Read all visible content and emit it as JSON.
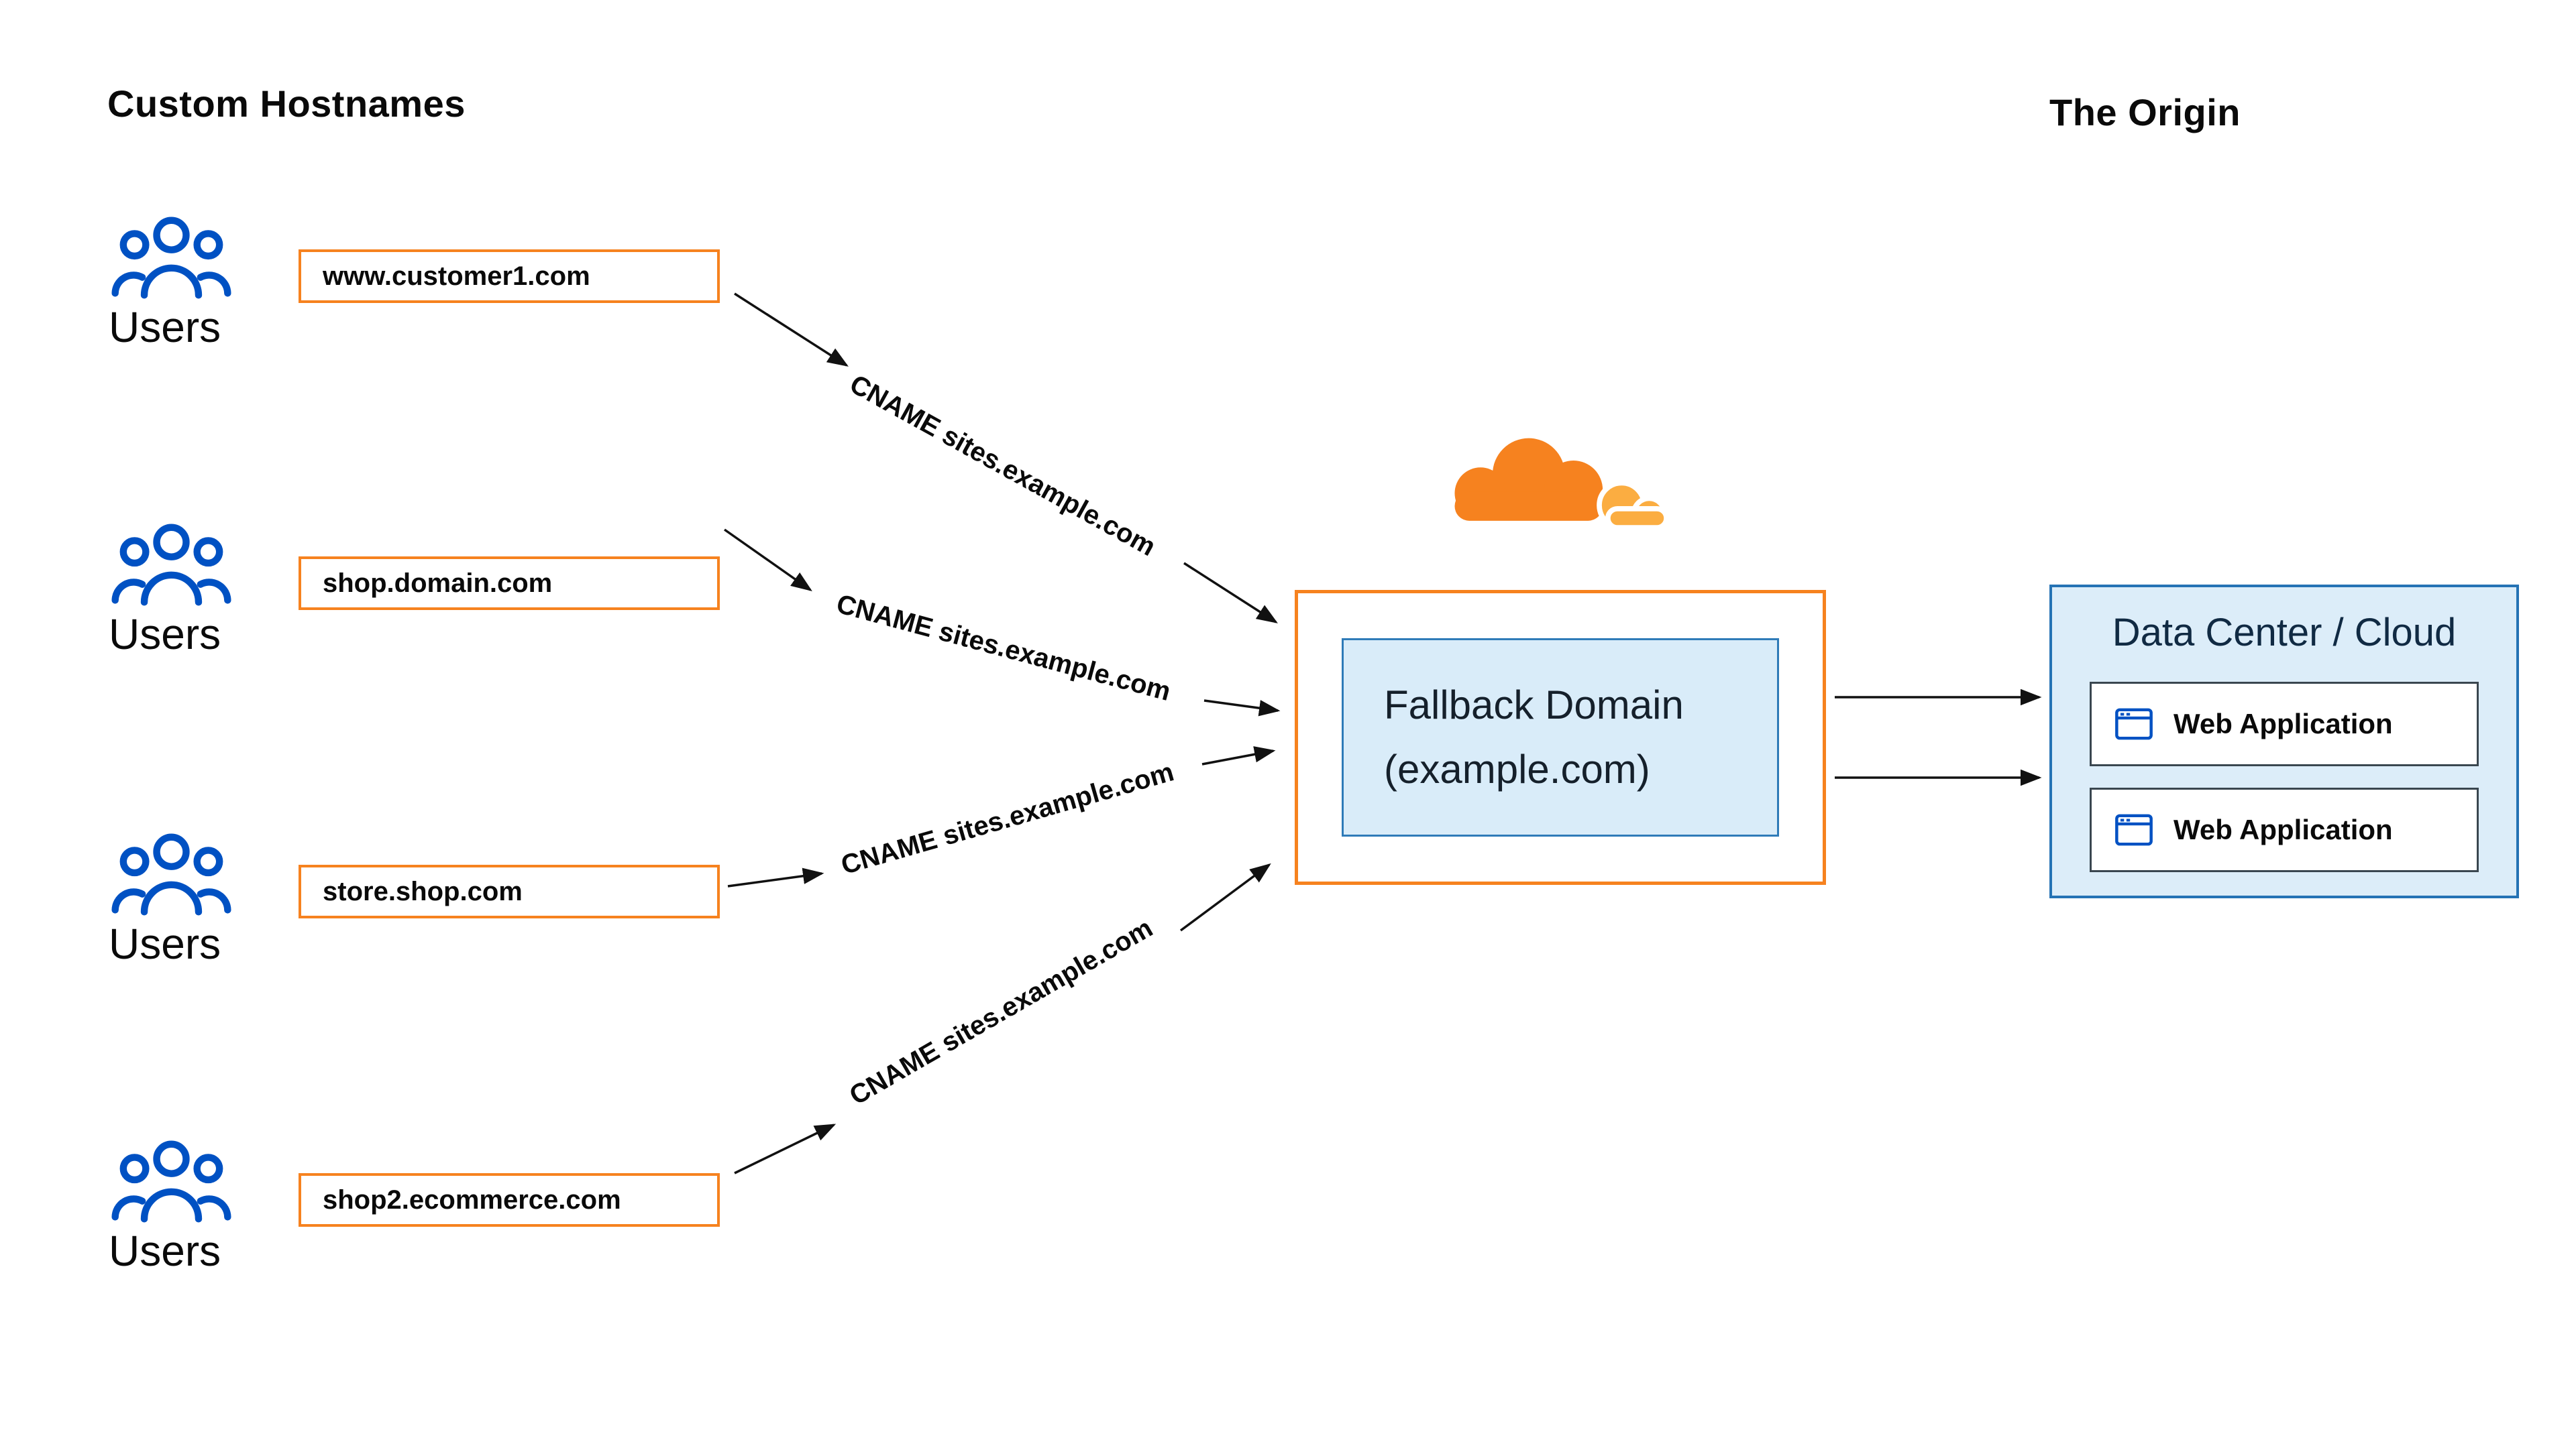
{
  "headings": {
    "custom_hostnames": "Custom Hostnames",
    "the_origin": "The Origin"
  },
  "users_label": "Users",
  "rows": [
    {
      "hostname": "www.customer1.com",
      "cname": "CNAME sites.example.com"
    },
    {
      "hostname": "shop.domain.com",
      "cname": "CNAME sites.example.com"
    },
    {
      "hostname": "store.shop.com",
      "cname": "CNAME sites.example.com"
    },
    {
      "hostname": "shop2.ecommerce.com",
      "cname": "CNAME sites.example.com"
    }
  ],
  "fallback_domain": {
    "line1": "Fallback Domain",
    "line2": "(example.com)"
  },
  "origin": {
    "title": "Data Center / Cloud",
    "applications": [
      {
        "label": "Web Application"
      },
      {
        "label": "Web Application"
      }
    ]
  },
  "icons": {
    "users": "users-group-icon",
    "cloudflare": "cloudflare-logo-icon",
    "web_application": "browser-window-icon"
  },
  "colors": {
    "orange": "#F6821F",
    "orange_light": "#FBAD41",
    "blue": "#0051C3",
    "fallback_fill": "#D9ECF9",
    "fallback_border": "#2F7BB8",
    "origin_fill": "#DCEDF9",
    "origin_border": "#2573B5",
    "app_border": "#3A4750",
    "arrow": "#111111"
  }
}
